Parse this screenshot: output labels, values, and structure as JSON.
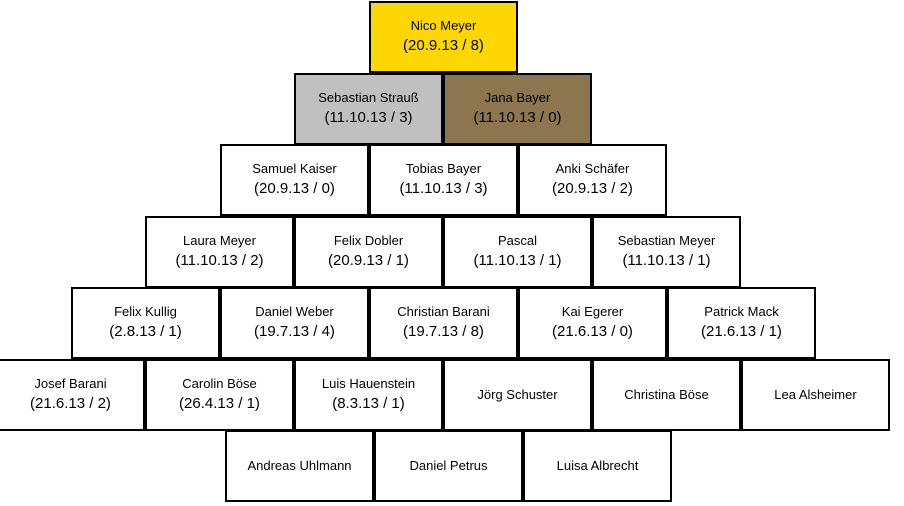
{
  "colors": {
    "gold": "#FFD700",
    "silver": "#C0C0C0",
    "bronze": "#8C7650",
    "default": "#FFFFFF",
    "border": "#000000"
  },
  "rows": [
    [
      {
        "name": "Nico Meyer",
        "stats": "(20.9.13 / 8)",
        "fill": "gold"
      }
    ],
    [
      {
        "name": "Sebastian Strauß",
        "stats": "(11.10.13 / 3)",
        "fill": "silver"
      },
      {
        "name": "Jana Bayer",
        "stats": "(11.10.13 / 0)",
        "fill": "bronze"
      }
    ],
    [
      {
        "name": "Samuel Kaiser",
        "stats": "(20.9.13 / 0)"
      },
      {
        "name": "Tobias Bayer",
        "stats": "(11.10.13 / 3)"
      },
      {
        "name": "Anki Schäfer",
        "stats": "(20.9.13 / 2)"
      }
    ],
    [
      {
        "name": "Laura Meyer",
        "stats": "(11.10.13 / 2)"
      },
      {
        "name": "Felix Dobler",
        "stats": "(20.9.13 / 1)"
      },
      {
        "name": "Pascal",
        "stats": "(11.10.13 / 1)"
      },
      {
        "name": "Sebastian Meyer",
        "stats": "(11.10.13 / 1)"
      }
    ],
    [
      {
        "name": "Felix Kullig",
        "stats": "(2.8.13 / 1)"
      },
      {
        "name": "Daniel Weber",
        "stats": "(19.7.13 / 4)"
      },
      {
        "name": "Christian Barani",
        "stats": "(19.7.13 / 8)"
      },
      {
        "name": "Kai Egerer",
        "stats": "(21.6.13 / 0)"
      },
      {
        "name": "Patrick Mack",
        "stats": "(21.6.13 / 1)"
      }
    ],
    [
      {
        "name": "Josef Barani",
        "stats": "(21.6.13 / 2)"
      },
      {
        "name": "Carolin Böse",
        "stats": "(26.4.13 / 1)"
      },
      {
        "name": "Luis Hauenstein",
        "stats": "(8.3.13 / 1)"
      },
      {
        "name": "Jörg Schuster",
        "stats": ""
      },
      {
        "name": "Christina Böse",
        "stats": ""
      },
      {
        "name": "Lea Alsheimer",
        "stats": ""
      }
    ],
    [
      {
        "name": "Andreas Uhlmann",
        "stats": ""
      },
      {
        "name": "Daniel Petrus",
        "stats": ""
      },
      {
        "name": "Luisa Albrecht",
        "stats": ""
      }
    ]
  ]
}
